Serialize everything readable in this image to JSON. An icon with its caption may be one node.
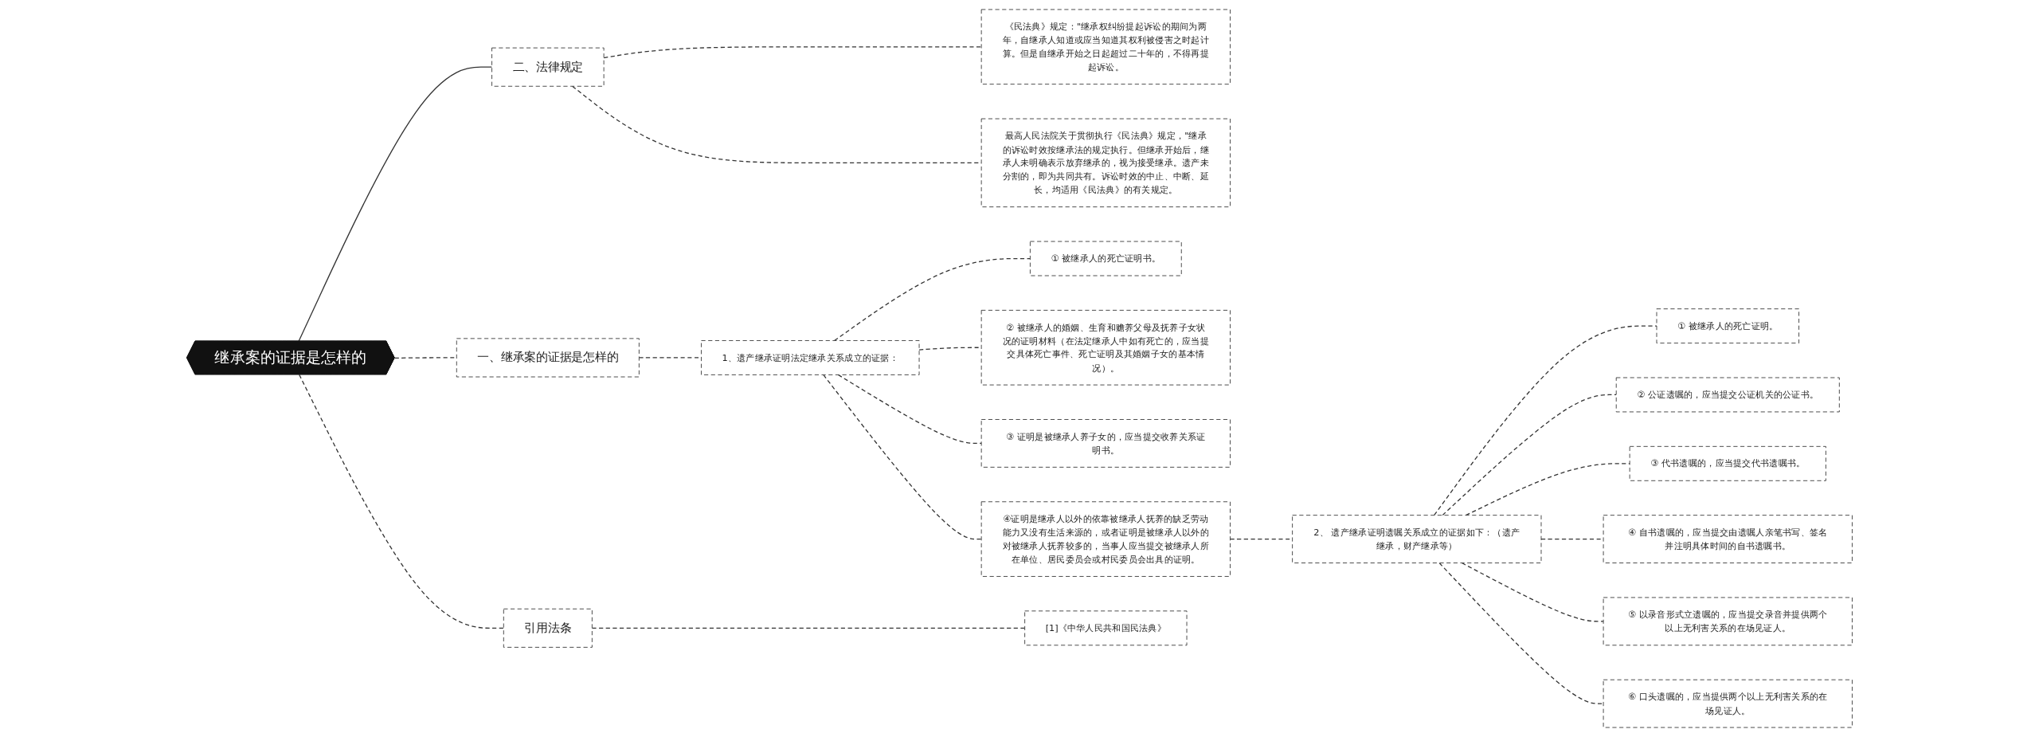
{
  "diagram": {
    "nodes": [
      {
        "text": [
          "继承案的证据是怎样的"
        ]
      },
      {
        "text": [
          "二、法律规定"
        ]
      },
      {
        "text": [
          "《民法典》规定：\"继承权纠纷提起诉讼的期间为两年，自继承人知道或应当知道其权利被侵害之时起计算。但是自继承开始之日起超过二十年的，不得再提起诉讼。"
        ]
      },
      {
        "text": [
          "最高人民法院关于贯彻执行《民法典》规定，\"继承的诉讼时效按继承法的规定执行。但继承开始后，继承人未明确表示放弃继承的，视为接受继承。遗产未分割的，即为共同共有。诉讼时效的中止、中断、延长，均适用《民法典》的有关规定。"
        ]
      },
      {
        "text": [
          "一、继承案的证据是怎样的"
        ]
      },
      {
        "text": [
          "1、遗产继承证明法定继承关系成立的证据："
        ]
      },
      {
        "text": [
          "① 被继承人的死亡证明书。"
        ]
      },
      {
        "text": [
          "② 被继承人的婚姻、生育和赡养父母及抚养子女状况的证明材料（在法定继承人中如有死亡的，应当提交具体死亡事件、死亡证明及其婚姻子女的基本情况）。"
        ]
      },
      {
        "text": [
          "③ 证明是被继承人养子女的，应当提交收养关系证明书。"
        ]
      },
      {
        "text": [
          "④证明是继承人以外的依靠被继承人抚养的缺乏劳动能力又没有生活来源的，或者证明是被继承人以外的对被继承人抚养较多的，当事人应当提交被继承人所在单位、居民委员会或村民委员会出具的证明。"
        ]
      },
      {
        "text": [
          "2、 遗产继承证明遗嘱关系成立的证据如下：（遗产继承，财产继承等）"
        ]
      },
      {
        "text": [
          "① 被继承人的死亡证明。"
        ]
      },
      {
        "text": [
          "② 公证遗嘱的，应当提交公证机关的公证书。"
        ]
      },
      {
        "text": [
          "③ 代书遗嘱的，应当提交代书遗嘱书。"
        ]
      },
      {
        "text": [
          "④ 自书遗嘱的，应当提交由遗嘱人亲笔书写、签名并注明具体时间的自书遗嘱书。"
        ]
      },
      {
        "text": [
          "⑤ 以录音形式立遗嘱的，应当提交录音并提供两个以上无利害关系的在场见证人。"
        ]
      },
      {
        "text": [
          "⑥ 口头遗嘱的，应当提供两个以上无利害关系的在场见证人。"
        ]
      },
      {
        "text": [
          "引用法条"
        ]
      },
      {
        "text": [
          "[1]《中华人民共和国民法典》"
        ]
      }
    ],
    "edges": [
      {
        "from": 0,
        "to": 1,
        "arrow": "none"
      },
      {
        "from": 1,
        "to": 2,
        "arrow": "none",
        "style": "dashed"
      },
      {
        "from": 1,
        "to": 3,
        "arrow": "none",
        "style": "dashed"
      },
      {
        "from": 0,
        "to": 4,
        "arrow": "none",
        "style": "dashed"
      },
      {
        "from": 4,
        "to": 5,
        "arrow": "none",
        "style": "dashed"
      },
      {
        "from": 5,
        "to": 6,
        "arrow": "none",
        "style": "dashed"
      },
      {
        "from": 5,
        "to": 7,
        "arrow": "none",
        "style": "dashed"
      },
      {
        "from": 5,
        "to": 8,
        "arrow": "none",
        "style": "dashed"
      },
      {
        "from": 5,
        "to": 9,
        "arrow": "none",
        "style": "dashed"
      },
      {
        "from": 9,
        "to": 10,
        "arrow": "none",
        "style": "dashed"
      },
      {
        "from": 10,
        "to": 11,
        "arrow": "none",
        "style": "dashed"
      },
      {
        "from": 10,
        "to": 12,
        "arrow": "none",
        "style": "dashed"
      },
      {
        "from": 10,
        "to": 13,
        "arrow": "none",
        "style": "dashed"
      },
      {
        "from": 10,
        "to": 14,
        "arrow": "none",
        "style": "dashed"
      },
      {
        "from": 10,
        "to": 15,
        "arrow": "none",
        "style": "dashed"
      },
      {
        "from": 10,
        "to": 16,
        "arrow": "none",
        "style": "dashed"
      },
      {
        "from": 0,
        "to": 17,
        "arrow": "none",
        "style": "dashed"
      },
      {
        "from": 17,
        "to": 18,
        "arrow": "none",
        "style": "dashed"
      }
    ]
  }
}
